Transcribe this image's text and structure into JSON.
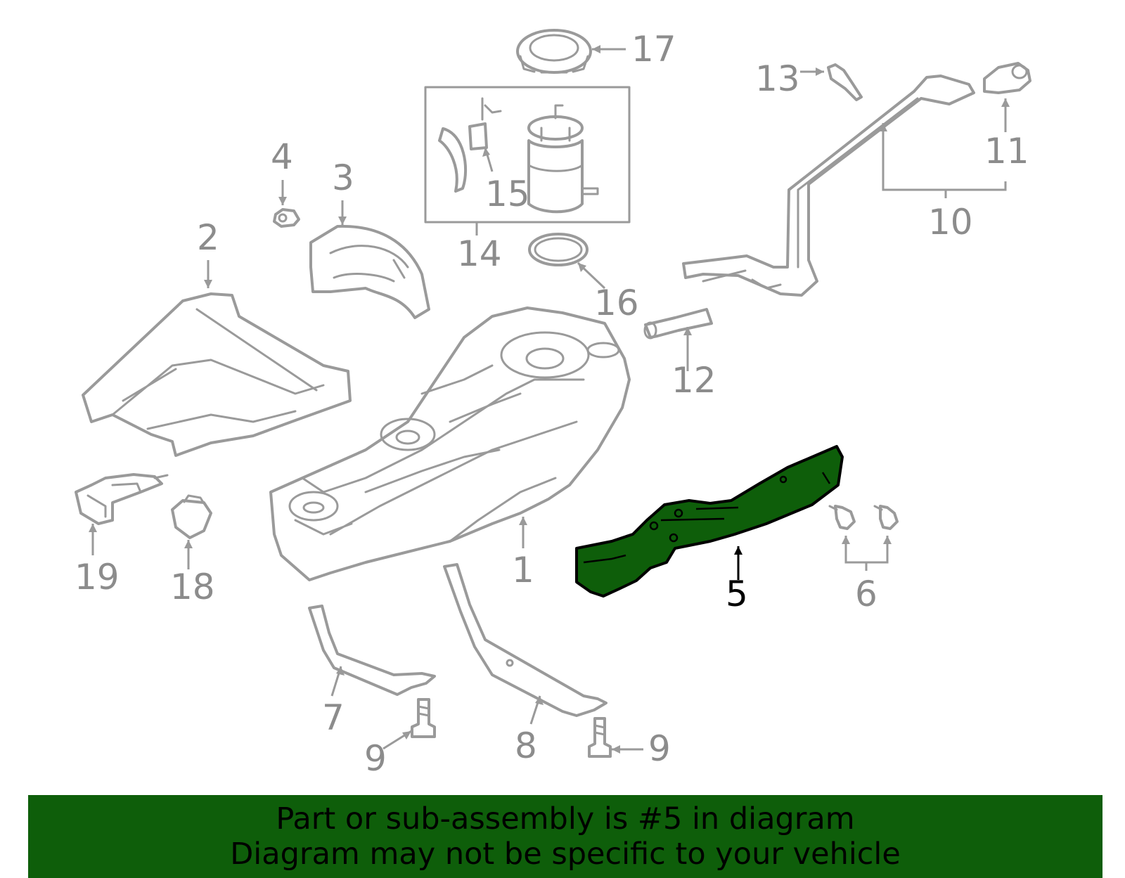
{
  "diagram": {
    "highlighted_part": "5",
    "callouts": {
      "c1": "1",
      "c2": "2",
      "c3": "3",
      "c4": "4",
      "c5": "5",
      "c6": "6",
      "c7": "7",
      "c8": "8",
      "c9a": "9",
      "c9b": "9",
      "c10": "10",
      "c11": "11",
      "c12": "12",
      "c13": "13",
      "c14": "14",
      "c15": "15",
      "c16": "16",
      "c17": "17",
      "c18": "18",
      "c19": "19"
    },
    "colors": {
      "highlight": "#0e5e0a",
      "line_art": "#9a9a9a",
      "callout": "#8c8c8c"
    }
  },
  "banner": {
    "line1": "Part or sub-assembly is #5 in diagram",
    "line2": "Diagram may not be specific to your vehicle"
  }
}
